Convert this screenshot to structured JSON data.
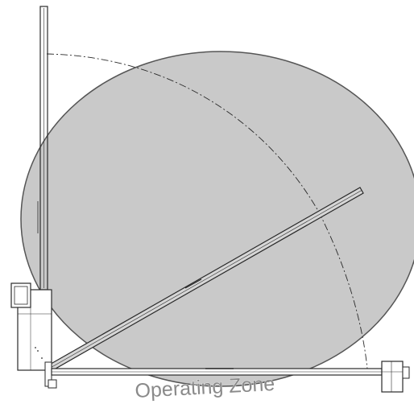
{
  "diagram": {
    "label": "Operating Zone",
    "colors": {
      "zone_fill": "#c9c9c9",
      "zone_stroke": "#555555",
      "line": "#2a2a2a",
      "label": "#8a8a8a",
      "background": "#ffffff"
    },
    "elements": [
      "operating-zone-circle",
      "swing-arc",
      "barrier-arm-vertical",
      "barrier-arm-diagonal",
      "gate-cabinet",
      "base-rail",
      "end-support-post"
    ]
  }
}
